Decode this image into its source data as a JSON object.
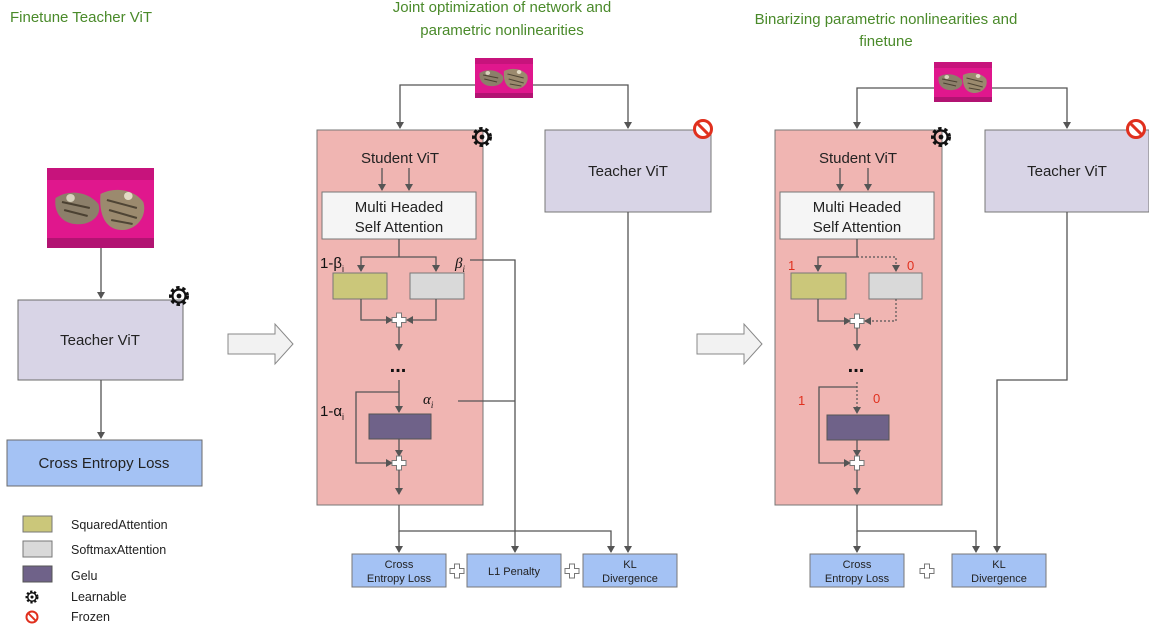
{
  "titles": {
    "stage1": "Finetune Teacher ViT",
    "stage2_line1": "Joint optimization of network and",
    "stage2_line2": "parametric nonlinearities",
    "stage3_line1": "Binarizing parametric nonlinearities and",
    "stage3_line2": "finetune"
  },
  "stage1": {
    "teacher_label": "Teacher ViT",
    "loss_label": "Cross Entropy Loss"
  },
  "stage2": {
    "student_label": "Student ViT",
    "mhsa_line1": "Multi Headed",
    "mhsa_line2": "Self Attention",
    "one_minus_beta": "1-β",
    "beta": "β",
    "sub_i": "i",
    "ellipsis": "...",
    "one_minus_alpha": "1-α",
    "alpha": "α",
    "teacher_label": "Teacher ViT",
    "loss_ce_line1": "Cross",
    "loss_ce_line2": "Entropy Loss",
    "l1_label": "L1 Penalty",
    "kl_line1": "KL",
    "kl_line2": "Divergence"
  },
  "stage3": {
    "student_label": "Student ViT",
    "mhsa_line1": "Multi Headed",
    "mhsa_line2": "Self Attention",
    "one_top": "1",
    "zero_top": "0",
    "ellipsis": "...",
    "one_bottom": "1",
    "zero_bottom": "0",
    "teacher_label": "Teacher ViT",
    "loss_ce_line1": "Cross",
    "loss_ce_line2": "Entropy Loss",
    "kl_line1": "KL",
    "kl_line2": "Divergence"
  },
  "legend": [
    {
      "label": "SquaredAttention",
      "color": "#cbc77a"
    },
    {
      "label": "SoftmaxAttention",
      "color": "#d9d9d9"
    },
    {
      "label": "Gelu",
      "color": "#6f6289"
    },
    {
      "label": "Learnable",
      "icon": "gear-icon"
    },
    {
      "label": "Frozen",
      "icon": "no-entry-icon"
    }
  ],
  "colors": {
    "title_green": "#4a8a2a",
    "teacher_fill": "#d8d4e6",
    "student_fill": "#f0b5b2",
    "loss_fill": "#a4c2f4",
    "squared_attention": "#cbc77a",
    "softmax_attention": "#d9d9d9",
    "gelu": "#6f6289",
    "binary_red": "#e0301e"
  },
  "icons": [
    "cat-image-icon",
    "gear-icon",
    "no-entry-icon",
    "right-arrow-icon",
    "plus-icon"
  ]
}
